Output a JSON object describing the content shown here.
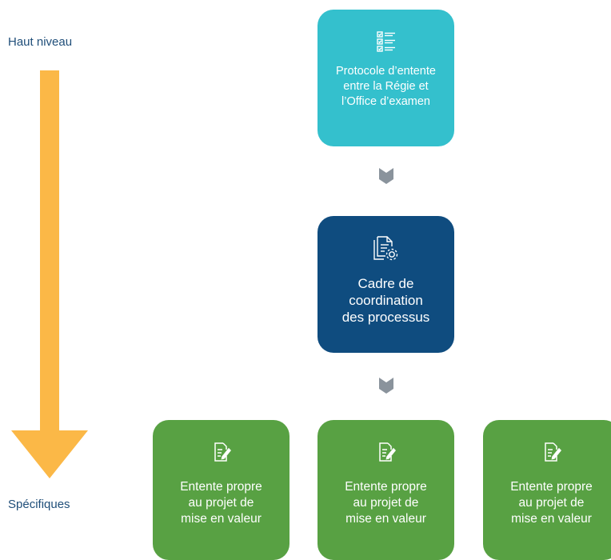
{
  "labels": {
    "top": "Haut niveau",
    "bottom": "Spécifiques"
  },
  "boxes": {
    "protocole": "Protocole d’entente\nentre la Régie et\nl’Office d’examen",
    "cadre": "Cadre de\ncoordination\ndes processus",
    "ententes": [
      "Entente propre\nau projet de\nmise en valeur",
      "Entente propre\nau projet de\nmise en valeur",
      "Entente propre\nau projet de\nmise en valeur"
    ]
  },
  "colors": {
    "teal": "#34c0cd",
    "navy": "#0f4c7f",
    "green": "#58a143",
    "arrow": "#fbb847",
    "chevron": "#8a939c",
    "label_text": "#1f4e79"
  },
  "icons": {
    "protocole": "checklist-icon",
    "cadre": "document-gear-icon",
    "entente": "document-pen-icon"
  }
}
